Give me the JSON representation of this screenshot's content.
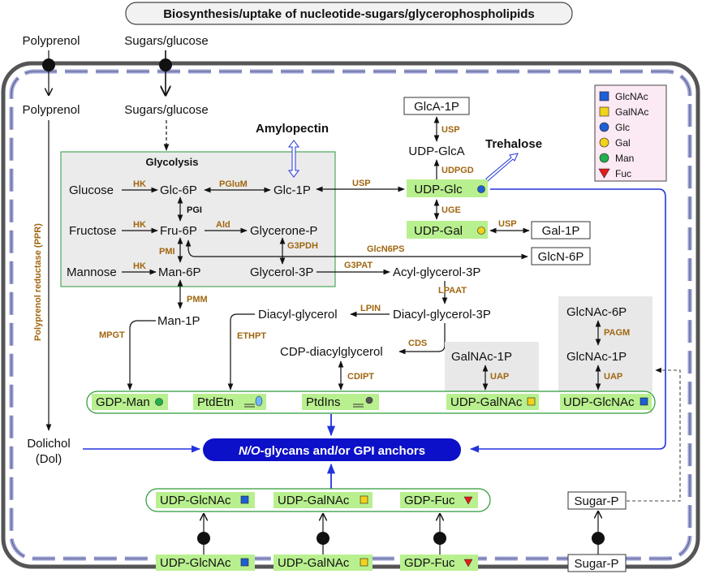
{
  "title": "Biosynthesis/uptake of nucleotide-sugars/glycerophospholipids",
  "top_inputs": {
    "polyprenol": "Polyprenol",
    "sugars": "Sugars/glucose"
  },
  "legend": [
    {
      "label": "GlcNAc",
      "shape": "square",
      "color": "#1e5fd6"
    },
    {
      "label": "GalNAc",
      "shape": "square",
      "color": "#f2d21b"
    },
    {
      "label": "Glc",
      "shape": "circle",
      "color": "#1e5fd6"
    },
    {
      "label": "Gal",
      "shape": "circle",
      "color": "#f2d21b"
    },
    {
      "label": "Man",
      "shape": "circle",
      "color": "#22b14c"
    },
    {
      "label": "Fuc",
      "shape": "triangle",
      "color": "#e51b1b"
    }
  ],
  "glycolysis": {
    "title": "Glycolysis",
    "glucose": "Glucose",
    "fructose": "Fructose",
    "mannose": "Mannose",
    "glc6p": "Glc-6P",
    "fru6p": "Fru-6P",
    "man6p": "Man-6P",
    "glc1p": "Glc-1P",
    "glycerone": "Glycerone-P",
    "glycerol3p": "Glycerol-3P",
    "hk": "HK",
    "pglum": "PGluM",
    "pgi": "PGI",
    "pmi": "PMI",
    "ald": "Ald",
    "g3pdh": "G3PDH"
  },
  "right_path": {
    "amylopectin": "Amylopectin",
    "trehalose": "Trehalose",
    "glca1p": "GlcA-1P",
    "udpglca": "UDP-GlcA",
    "udpglc": "UDP-Glc",
    "udpgal": "UDP-Gal",
    "gal1p": "Gal-1P",
    "glcn6p": "GlcN-6P",
    "usp": "USP",
    "udpgd": "UDPGD",
    "uge": "UGE",
    "glcn6ps": "GlcN6PS"
  },
  "lipid": {
    "acylg3p": "Acyl-glycerol-3P",
    "diacylg3p": "Diacyl-glycerol-3P",
    "diacylg": "Diacyl-glycerol",
    "cdpdag": "CDP-diacylglycerol",
    "g3pat": "G3PAT",
    "lpaat": "LPAAT",
    "lpin": "LPIN",
    "cds": "CDS",
    "ethpt": "ETHPT",
    "cdipt": "CDIPT"
  },
  "left_path": {
    "polyprenol_in": "Polyprenol",
    "sugars_in": "Sugars/glucose",
    "ppr_label": "Polyprenol reductase (PPR)",
    "dolichol": "Dolichol",
    "dol": "(Dol)",
    "man1p": "Man-1P",
    "pmm": "PMM",
    "mpgt": "MPGT"
  },
  "glcnac_path": {
    "glcnac6p": "GlcNAc-6P",
    "pagm": "PAGM",
    "glcnac1p": "GlcNAc-1P",
    "uap": "UAP",
    "galnac1p": "GalNAc-1P",
    "uap2": "UAP"
  },
  "nucleotide_row": {
    "gdpman": "GDP-Man",
    "ptdetn": "PtdEtn",
    "ptdins": "PtdIns",
    "udpgalnac": "UDP-GalNAc",
    "udpglcnac": "UDP-GlcNAc"
  },
  "target": "N/O-glycans and/or GPI anchors",
  "target_parts": {
    "a": "N/O",
    "b": "-glycans",
    "c": " and/or ",
    "d": "GPI anchors"
  },
  "bottom_inside": {
    "udpglcnac": "UDP-GlcNAc",
    "udpgalnac": "UDP-GalNAc",
    "gdpfuc": "GDP-Fuc",
    "sugarp": "Sugar-P"
  },
  "bottom_outside": {
    "udpglcnac": "UDP-GlcNAc",
    "udpgalnac": "UDP-GalNAc",
    "gdpfuc": "GDP-Fuc",
    "sugarp": "Sugar-P"
  }
}
